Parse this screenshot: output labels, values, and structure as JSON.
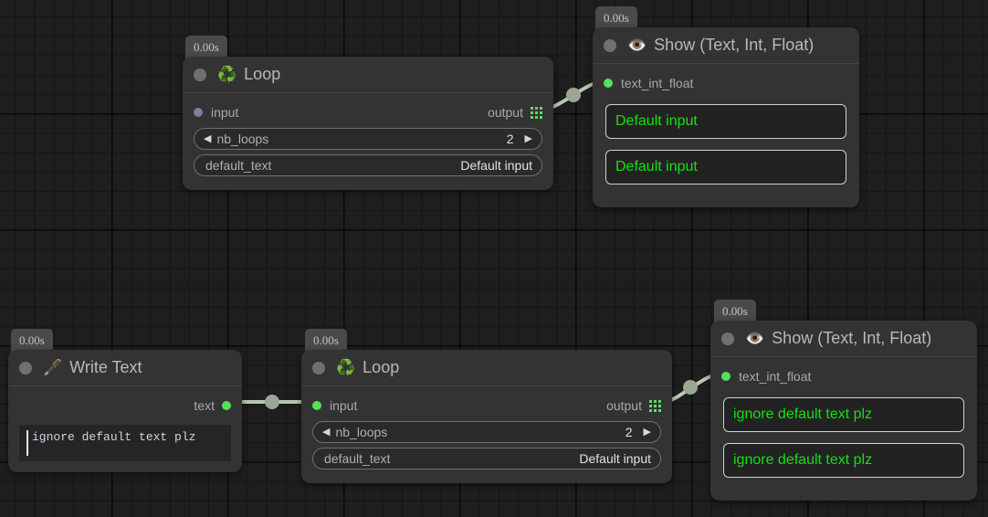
{
  "canvas": {
    "background": "#1e1e1e",
    "grid_minor": "#000000",
    "grid_major": "#000000",
    "wire_color": "#b9c6b4",
    "wire_dot_color": "#9aa795"
  },
  "colors": {
    "accent_green": "#55e05b",
    "value_green": "#13e013",
    "port_unconnected": "#7b7f9a",
    "node_bg": "#333333",
    "node_header_border": "#444444",
    "badge_bg": "#4a4a4a"
  },
  "nodes": [
    {
      "id": "loop-top",
      "time": "0.00s",
      "icon": "recycle-icon",
      "icon_glyph": "♻️",
      "title": "Loop",
      "input_label": "input",
      "input_connected": false,
      "output_label": "output",
      "params": [
        {
          "name": "nb_loops",
          "value": "2",
          "stepper": true,
          "left_arrow": "◀",
          "right_arrow": "▶"
        },
        {
          "name": "default_text",
          "value": "Default input",
          "stepper": false
        }
      ]
    },
    {
      "id": "show-top",
      "time": "0.00s",
      "icon": "eye-icon",
      "icon_glyph": "👁️",
      "title": "Show (Text, Int, Float)",
      "input_label": "text_int_float",
      "input_connected": true,
      "outputs": [
        "Default input",
        "Default input"
      ]
    },
    {
      "id": "write-text",
      "time": "0.00s",
      "icon": "pen-nib-icon",
      "icon_glyph": "🖋️",
      "title": "Write Text",
      "output_label": "text",
      "output_connected": true,
      "editor_value": "ignore default text plz"
    },
    {
      "id": "loop-bottom",
      "time": "0.00s",
      "icon": "recycle-icon",
      "icon_glyph": "♻️",
      "title": "Loop",
      "input_label": "input",
      "input_connected": true,
      "output_label": "output",
      "params": [
        {
          "name": "nb_loops",
          "value": "2",
          "stepper": true,
          "left_arrow": "◀",
          "right_arrow": "▶"
        },
        {
          "name": "default_text",
          "value": "Default input",
          "stepper": false
        }
      ]
    },
    {
      "id": "show-bottom",
      "time": "0.00s",
      "icon": "eye-icon",
      "icon_glyph": "👁️",
      "title": "Show (Text, Int, Float)",
      "input_label": "text_int_float",
      "input_connected": true,
      "outputs": [
        "ignore default text plz",
        "ignore default text plz"
      ]
    }
  ],
  "connections": [
    {
      "from": "loop-top.output",
      "to": "show-top.text_int_float"
    },
    {
      "from": "write-text.text",
      "to": "loop-bottom.input"
    },
    {
      "from": "loop-bottom.output",
      "to": "show-bottom.text_int_float"
    }
  ]
}
